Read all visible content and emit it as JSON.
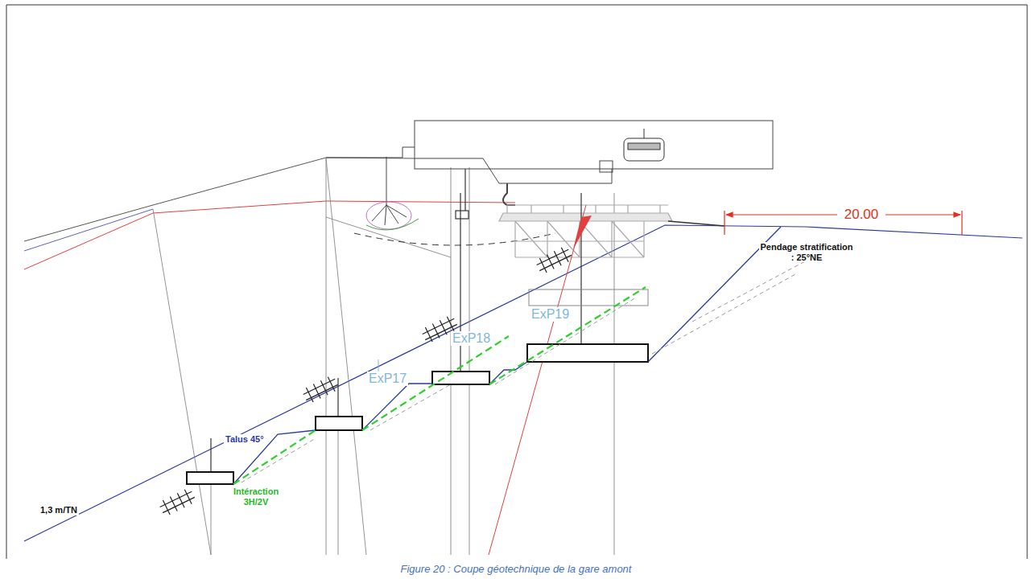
{
  "diagram": {
    "caption": "Figure 20 : Coupe géotechnique de la gare amont",
    "labels": [
      "20.00",
      "Pendage stratification : 25°NE",
      "ExP19",
      "ExP18",
      "ExP17",
      "1,3 m/TN",
      "Talus 45°",
      "Intéraction 3H/2V"
    ]
  }
}
